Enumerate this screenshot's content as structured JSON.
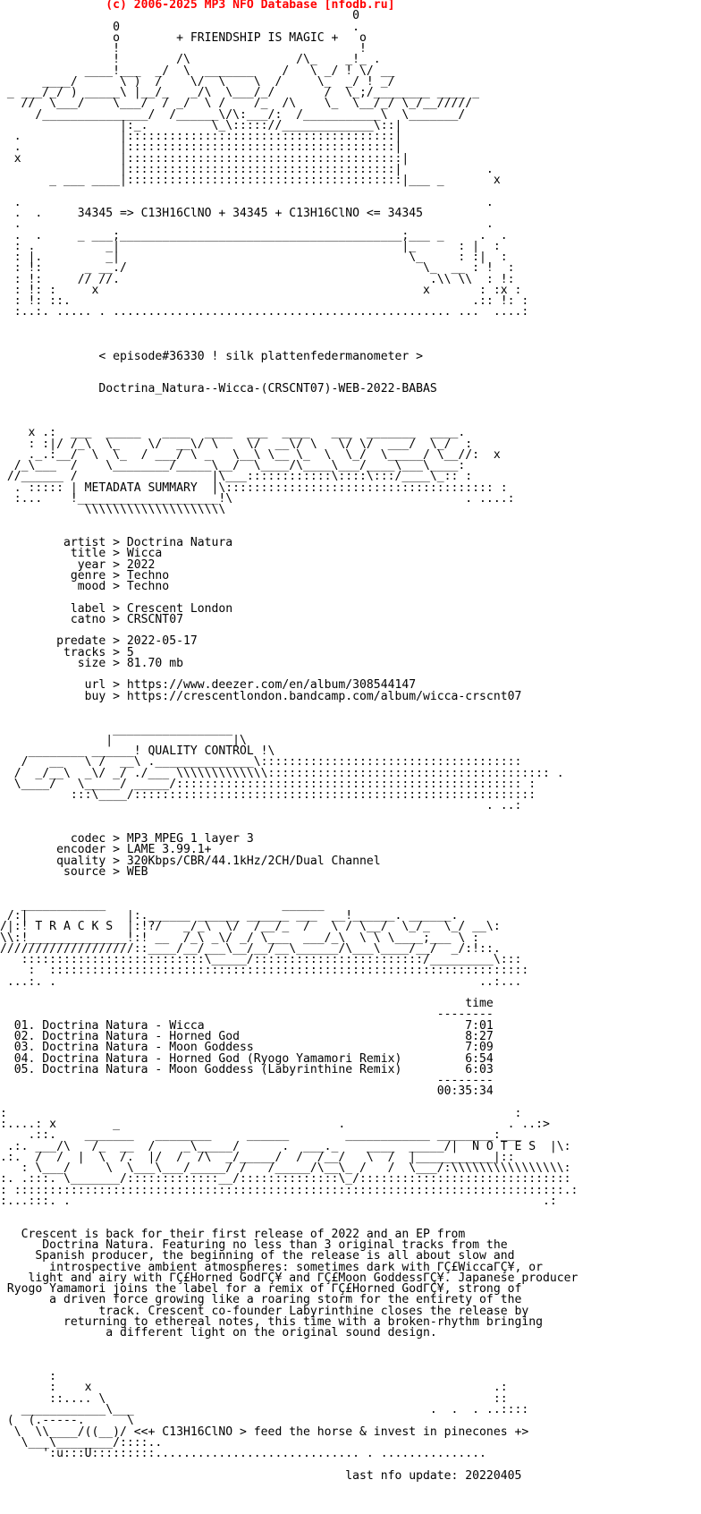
{
  "colors": {
    "background": "#ffffff",
    "text": "#000000",
    "header": "#ff0000"
  },
  "header": "               (c) 2006-2025 MP3 NFO Database [nfodb.ru]",
  "lines": [
    "                                                  0",
    "                0                                 .",
    "                o        + FRIENDSHIP IS MAGIC +   o",
    "                !                                  !",
    "                !        /\\               /\\_    _!_ .",
    "            ____!___  _/  \\  _______    /   \\ _/ ! \\/ __",
    "      ____/      \\ )  /    \\/  \\    \\  /     \\_  _/ ! _/",
    " _ ___/_/ ) _____\\ |__/_   _/\\  \\___/_/       /  \\_;/________ ____ _",
    "   //  \\___/    \\___/  / _/  \\ /    /_  /\\    \\_  \\__/_/ \\_/__/////",
    "     /_______________/  /______\\/\\:___/:  /___________\\  \\_______/",
    "                 |:_.         \\_\\::::://_____________\\::|",
    "  .              |::::::::::::::::::::::::::::::::::::::|",
    "  .              |::::::::::::::::::::::::::::::::::::::|",
    "  x              |:::::::::::::::::::::::::::::::::::::::|",
    "                 |::::::::::::::::::::::::::::::::::::::|            .",
    "       _ ___ ____|:::::::::::::::::::::::::::::::::::::::|___ _       x",
    "",
    "  .                                                                  .",
    "  .  .     34345 => C13H16ClNO + 34345 + C13H16ClNO <= 34345",
    "  .                                                                  .",
    "  .  .     _ ___;________________________________________;___ _     .  .",
    "  : .          _|                                        |_      : |  :",
    "  : |.         _|                                         \\_     : :|  :",
    "  : !:      _ __./                                          \\_  __ : !  :",
    "  : !:     // //.                                            .\\\\ \\\\  : !:",
    "  : !: :     x                                              x       : :x :",
    "  : !: ::.                                                         .:: !: :",
    "  :..:. ..... . ................................................ ...  ....:",
    "",
    "",
    "",
    "              < episode#36330 ! silk plattenfedermanometer >",
    "",
    "",
    "              Doctrina_Natura--Wicca-(CRSCNT07)-WEB-2022-BABAS",
    "",
    "",
    "",
    "    x .:  ___  _____   ____  ____  ___  ____   ___  _______  ____.",
    "    : :|/ /_\\  \\_    \\/  __\\/ \\    \\/  __\\/ \\   \\/ \\/  ___/  \\_/  :",
    "    ._.:__/  \\  \\_  / ___/ \\ _   \\__\\ \\__ \\_  \\  \\_/  \\_____/ \\__//:  x",
    "  /_\\___  /    \\________/_____\\__/  \\____/\\____\\___/____\\___\\____:",
    " //______ /                   |\\___::::::::::::\\::::\\:::/____\\_:: :",
    "  . ::::: | METADATA SUMMARY  |\\:::::::::::::::::::::::::::::::::::::: :",
    "  :...    !____________________!\\                                 . ....:",
    "            \\\\\\\\\\\\\\\\\\\\\\\\\\\\\\\\\\\\\\\\",
    "",
    "",
    "         artist > Doctrina Natura",
    "          title > Wicca",
    "           year > 2022",
    "          genre > Techno",
    "           mood > Techno",
    "",
    "          label > Crescent London",
    "          catno > CRSCNT07",
    "",
    "        predate > 2022-05-17",
    "         tracks > 5",
    "           size > 81.70 mb",
    "",
    "            url > https://www.deezer.com/en/album/308544147",
    "            buy > https://crescentlondon.bandcamp.com/album/wicca-crscnt07",
    "",
    "",
    "                _________________",
    "               |                 |\\",
    "    ________ ______! QUALITY CONTROL !\\",
    "   /   __   \\ /  __\\ .______________\\:::::::::::::::::::::::::::::::::::::",
    "  /  _/__\\  _\\/ _/ ./___ \\\\\\\\\\\\\\\\\\\\\\\\\\:::::::::::::::::::::::::::::::::::::::: .",
    "  \\____/   \\_____/ _____/::::::::::::::::::::::::::::::::::::::::::::::::: :",
    "          :::\\____/:::::::::::::::::::::::::::::::::::::::::::::::::::::::::",
    "                                                                     . ..:",
    "",
    "",
    "          codec > MP3 MPEG 1 layer 3",
    "        encoder > LAME 3.99.1+",
    "        quality > 320Kbps/CBR/44.1kHz/2CH/Dual Channel",
    "         source > WEB",
    "",
    "",
    "   ____________                         ______",
    " /:|              |:.______ ______ ______ ___  __!______. ______.",
    "/|:! T R A C K S  |:!?/   _/_\\  \\/  /__/_  /   \\ / \\__/  \\_/_  \\_/ __\\:",
    "\\\\:!______________!:! __  /_\\ _\\/ _/ \\___  ___/_\\  \\ \\ \\____;___ \\ :",
    "///////////////////::____/__/___\\__/__/__\\______/\\___\\____/__/  _/:!::.",
    "   ::::::::::::::::::::::::::\\_____/::::::::::::::::::::::::/_________\\:::",
    "    :  ::::::::::::::::::::::::::::::::::::::::::::::::::::::::::::::::::::",
    " ...:. .                                                            ..:...",
    "",
    "                                                                  time",
    "                                                              --------",
    "  01. Doctrina Natura - Wicca                                     7:01",
    "  02. Doctrina Natura - Horned God                                8:27",
    "  03. Doctrina Natura - Moon Goddess                              7:09",
    "  04. Doctrina Natura - Horned God (Ryogo Yamamori Remix)         6:54",
    "  05. Doctrina Natura - Moon Goddess (Labyrinthine Remix)         6:03",
    "                                                              --------",
    "                                                              00:35:34",
    "",
    ":                                                                        :",
    ":....: x        _                               .                       . ..:>",
    "    .::.    _______   ________     ______        ____________ ________:___",
    " .:. ___/\\   /_  __  /    _\\_____/      .  ___._    ____  _____/|  N O T E S  |\\:",
    ".:.  /  /  |  \\  /.  |/  /  /\\  _/_____/  /  /__/   \\  /  |___________|::",
    "   : \\___/     \\  \\___\\___/_____/ /   /_____/\\__\\_ /   /  \\___/:\\\\\\\\\\\\\\\\\\\\\\\\\\\\\\\\:",
    ":. .:::. \\_______/:::::::::::::__/::::::::::::::\\_/::::::::::::::::::::::::::::::",
    ": ::::::::::::::::::::::::::::::::::::::::::::::::::::::::::::::::::::::::::::::.:",
    ":...:::. .                                                                   .:",
    "",
    "",
    "   Crescent is back for their first release of 2022 and an EP from",
    "      Doctrina Natura. Featuring no less than 3 original tracks from the",
    "     Spanish producer, the beginning of the release is all about slow and",
    "       introspective ambient atmospheres: sometimes dark with ΓÇ£WiccaΓÇ¥, or",
    "    light and airy with ΓÇ£Horned GodΓÇ¥ and ΓÇ£Moon GoddessΓÇ¥. Japanese producer",
    " Ryogo Yamamori joins the label for a remix of ΓÇ£Horned GodΓÇ¥, strong of",
    "       a driven force growing like a roaring storm for the entirety of the",
    "              track. Crescent co-founder Labyrinthine closes the release by",
    "         returning to ethereal notes, this time with a broken-rhythm bringing",
    "               a different light on the original sound design.",
    "",
    "",
    "",
    "       :",
    "       :    x                                                         .:",
    "       ::.... \\                                                       ::",
    "   ____________\\___                                          .  .  . ..::::",
    " (  (.-----.      \\",
    "  \\  \\\\____/((__)/ <<+ C13H16ClNO > feed the horse & invest in pinecones +>",
    "   \\___\\________/::::..",
    "      ':u:::U:::::::::............................. . ...............",
    "",
    "                                                 last nfo update: 20220405"
  ]
}
